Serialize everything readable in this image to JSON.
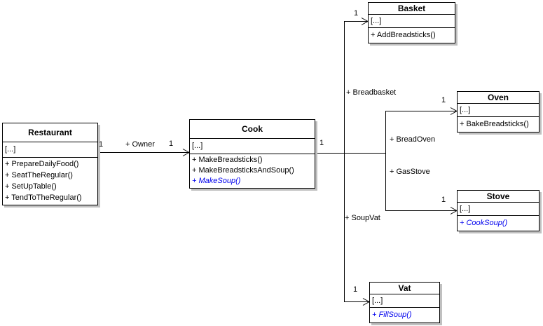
{
  "classes": {
    "restaurant": {
      "name": "Restaurant",
      "attributes": "[...]",
      "methods": [
        "+ PrepareDailyFood()",
        "+ SeatTheRegular()",
        "+ SetUpTable()",
        "+ TendToTheRegular()"
      ]
    },
    "cook": {
      "name": "Cook",
      "attributes": "[...]",
      "methods": [
        "+ MakeBreadsticks()",
        "+ MakeBreadsticksAndSoup()",
        "+ MakeSoup()"
      ]
    },
    "basket": {
      "name": "Basket",
      "attributes": "[...]",
      "methods": [
        "+ AddBreadsticks()"
      ]
    },
    "oven": {
      "name": "Oven",
      "attributes": "[...]",
      "methods": [
        "+ BakeBreadsticks()"
      ]
    },
    "stove": {
      "name": "Stove",
      "attributes": "[...]",
      "methods": [
        "+ CookSoup()"
      ]
    },
    "vat": {
      "name": "Vat",
      "attributes": "[...]",
      "methods": [
        "+ FillSoup()"
      ]
    }
  },
  "associations": {
    "restaurant_cook": {
      "label": "+ Owner",
      "restaurant_end": "1",
      "cook_end": "1",
      "from": "Restaurant",
      "to": "Cook"
    },
    "cook_shared_end": "1",
    "cook_basket": {
      "label": "+ Breadbasket",
      "basket_end": "1",
      "from": "Cook",
      "to": "Basket"
    },
    "cook_oven": {
      "label": "+ BreadOven",
      "oven_end": "1",
      "from": "Cook",
      "to": "Oven"
    },
    "cook_stove": {
      "label": "+ GasStove",
      "stove_end": "1",
      "from": "Cook",
      "to": "Stove"
    },
    "cook_vat": {
      "label": "+ SoupVat",
      "vat_end": "1",
      "from": "Cook",
      "to": "Vat"
    }
  },
  "colors": {
    "line": "#000000",
    "box_border": "#000000",
    "box_fill": "#ffffff",
    "box_shadow": "#c0c0c0",
    "abstract_method_text": "#0000ee",
    "background": "#ffffff"
  }
}
